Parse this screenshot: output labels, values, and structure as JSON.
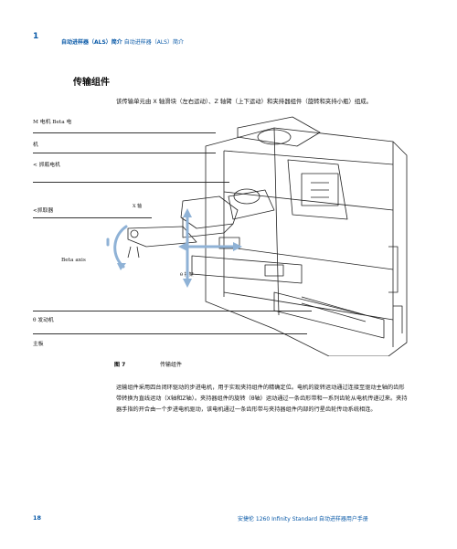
{
  "header": {
    "chapter_number": "1",
    "title_bold": "自动进样器（ALS）简介",
    "title_light": "自动进样器（ALS）简介"
  },
  "section": {
    "title": "传输组件",
    "intro": "该传输单元由 X 轴滑块（左右运动）、Z 轴臂（上下运动）和夹持器组件（旋转和夹持小瓶）组成。"
  },
  "figure": {
    "labels": {
      "m_motor": "M 电机 Beta 电",
      "motor": "机",
      "grip_motor": "< 抓瓶电机",
      "gripper": "<抓取器",
      "x_axis": "X 轴",
      "beta_axis": "Beta axis",
      "theta_axis": "θ 摆架",
      "drive_motor": "θ 发动机",
      "main_board": "主板"
    },
    "number": "图 7",
    "title": "传输组件"
  },
  "body": {
    "paragraph": "运输组件采用四台闭环驱动的步进电机，用于实现夹持组件的精确定位。电机的旋转运动通过连接至驱动主轴的齿形带转换为直线运动（X轴和Z轴）。夹持器组件的旋转（θ轴）运动通过一条齿形带和一系列齿轮从电机传递过来。夹持器手指的开合由一个步进电机驱动，该电机通过一条齿形带与夹持器组件内部的行星齿轮传动系统相连。"
  },
  "footer": {
    "page_number": "18",
    "manual_title": "安捷伦 1260 Infinity Standard 自动进样器用户手册"
  },
  "colors": {
    "accent_blue": "#0a5aa8",
    "arrow_blue": "#8fb2d6"
  }
}
